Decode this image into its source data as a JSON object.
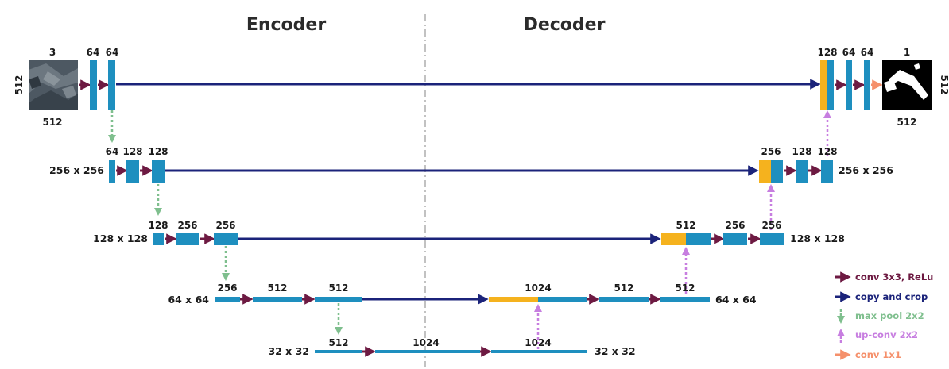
{
  "headers": {
    "encoder": "Encoder",
    "decoder": "Decoder"
  },
  "colors": {
    "block": "#1e8fbf",
    "concat": "#f5b21e",
    "conv": "#6d1a42",
    "copy": "#1b237a",
    "pool": "#7fbf8e",
    "upconv": "#c77ee0",
    "conv1x1": "#f5906b"
  },
  "level1": {
    "input_channels": "3",
    "enc_channels": [
      "64",
      "64"
    ],
    "dec_channels": [
      "128",
      "64",
      "64"
    ],
    "output_channels": "1",
    "input_height": "512",
    "input_width": "512",
    "output_height": "512",
    "output_width": "512"
  },
  "level2": {
    "enc_channels": [
      "64",
      "128",
      "128"
    ],
    "dec_channels": [
      "256",
      "128",
      "128"
    ],
    "left_size": "256 x 256",
    "right_size": "256 x 256"
  },
  "level3": {
    "enc_channels": [
      "128",
      "256",
      "256"
    ],
    "dec_channels": [
      "512",
      "256",
      "256"
    ],
    "left_size": "128 x 128",
    "right_size": "128 x 128"
  },
  "level4": {
    "enc_channels": [
      "256",
      "512",
      "512"
    ],
    "dec_channels": [
      "1024",
      "512",
      "512"
    ],
    "left_size": "64 x 64",
    "right_size": "64 x 64"
  },
  "level5": {
    "channels": [
      "512",
      "1024",
      "1024"
    ],
    "left_size": "32 x 32",
    "right_size": "32 x 32"
  },
  "legend": [
    {
      "label": "conv 3x3, ReLu",
      "icon": "right-arrow-icon",
      "color": "#6d1a42"
    },
    {
      "label": "copy and crop",
      "icon": "right-arrow-icon",
      "color": "#1b237a"
    },
    {
      "label": "max pool 2x2",
      "icon": "down-arrow-icon",
      "color": "#7fbf8e"
    },
    {
      "label": "up-conv 2x2",
      "icon": "up-arrow-icon",
      "color": "#c77ee0"
    },
    {
      "label": "conv 1x1",
      "icon": "right-arrow-icon",
      "color": "#f5906b"
    }
  ]
}
